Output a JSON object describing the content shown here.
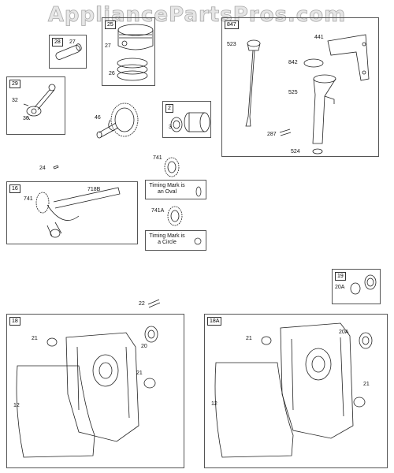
{
  "watermark": "AppliancePartsPros.com",
  "panels": {
    "p28": "28",
    "p25": "25",
    "p29": "29",
    "p2": "2",
    "p847": "847",
    "p16": "16",
    "p19": "19",
    "p18": "18",
    "p18a": "18A"
  },
  "parts": {
    "l27a": "27",
    "l27b": "27",
    "l26": "26",
    "l32": "32",
    "l30": "30",
    "l46": "46",
    "l3": "3",
    "l523": "523",
    "l441": "441",
    "l842": "842",
    "l525": "525",
    "l287": "287",
    "l524": "524",
    "l24": "24",
    "l741a": "741",
    "l741b": "741",
    "l718b": "718B",
    "l741A": "741A",
    "l22": "22",
    "l20A": "20A",
    "l21a": "21",
    "l20": "20",
    "l21b": "21",
    "l12a": "12",
    "l21c": "21",
    "l20A2": "20A",
    "l21d": "21",
    "l12b": "12"
  },
  "notes": {
    "oval": "Timing Mark is an Oval",
    "circle": "Timing Mark is a Circle"
  }
}
